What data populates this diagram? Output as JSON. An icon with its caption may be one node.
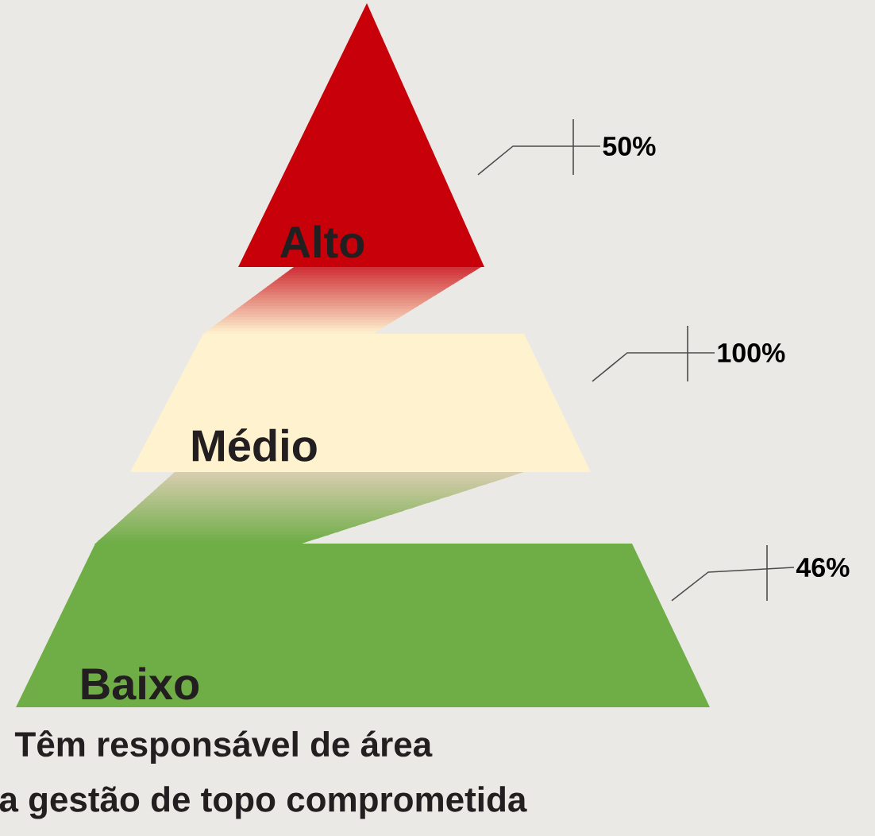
{
  "diagram": {
    "nodes": [
      {
        "text": [
          "Alto"
        ]
      },
      {
        "text": [
          "Médio"
        ]
      },
      {
        "text": [
          "Baixo"
        ]
      },
      {
        "text": [
          "50%"
        ]
      },
      {
        "text": [
          "100%"
        ]
      },
      {
        "text": [
          "46%"
        ]
      }
    ],
    "edges": [
      {
        "from": 3,
        "to": null,
        "arrow": "none"
      },
      {
        "from": 4,
        "to": null,
        "arrow": "none"
      },
      {
        "from": 5,
        "to": 2,
        "arrow": "none"
      }
    ],
    "labels": [
      "Têm responsável de área",
      "a gestão de topo comprometida"
    ]
  }
}
